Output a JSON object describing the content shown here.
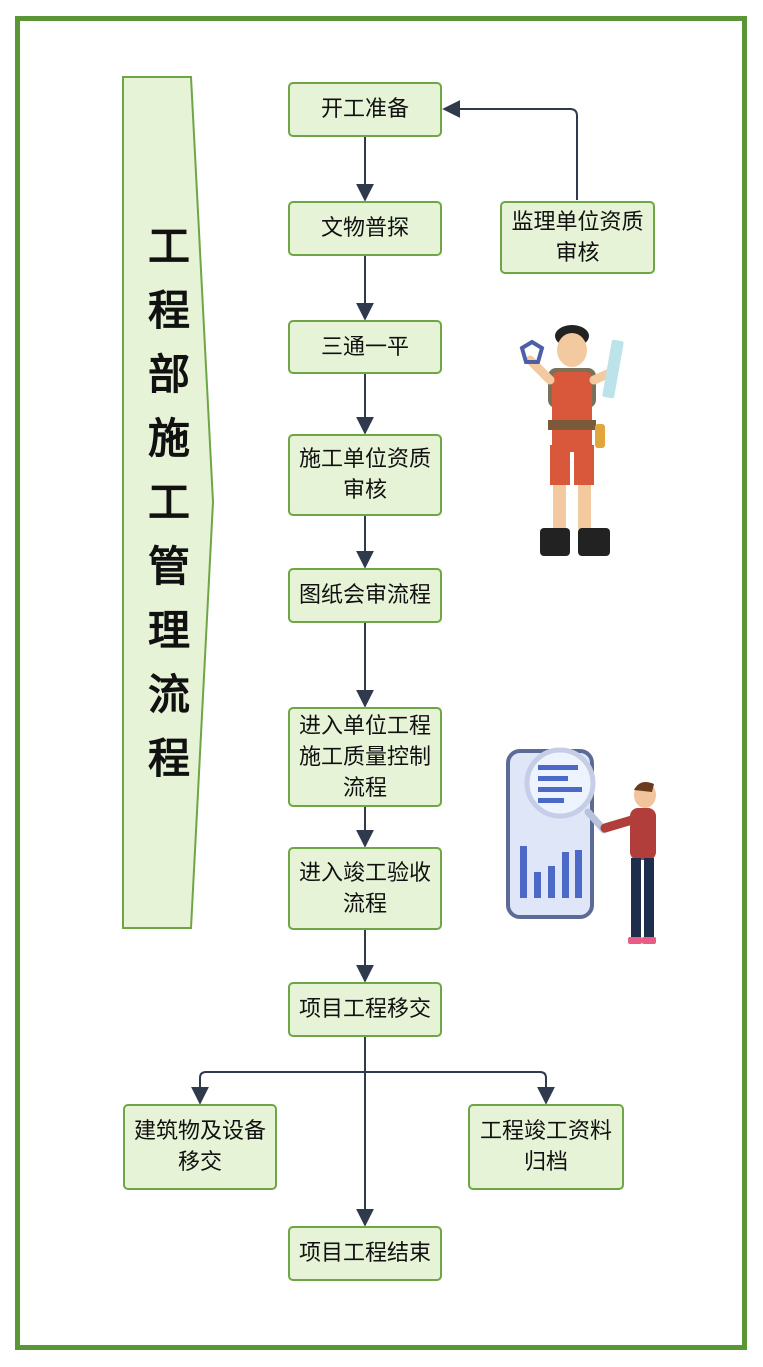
{
  "title": "工程部施工管理流程",
  "nodes": {
    "n1": "开工准备",
    "n2": "文物普探",
    "n3": "三通一平",
    "n4_line1": "施工单位资质",
    "n4_line2": "审核",
    "n5": "图纸会审流程",
    "n6_line1": "进入单位工程",
    "n6_line2": "施工质量控制",
    "n6_line3": "流程",
    "n7_line1": "进入竣工验收",
    "n7_line2": "流程",
    "n8": "项目工程移交",
    "n9_line1": "建筑物及设备",
    "n9_line2": "移交",
    "n10_line1": "工程竣工资料",
    "n10_line2": "归档",
    "n11": "项目工程结束",
    "side_line1": "监理单位资质",
    "side_line2": "审核"
  },
  "colors": {
    "frame": "#5a9636",
    "node_fill": "#e6f3d6",
    "node_border": "#6ea646",
    "arrow": "#2f3b4c"
  },
  "illustrations": [
    "worker-illustration",
    "analyst-illustration"
  ]
}
